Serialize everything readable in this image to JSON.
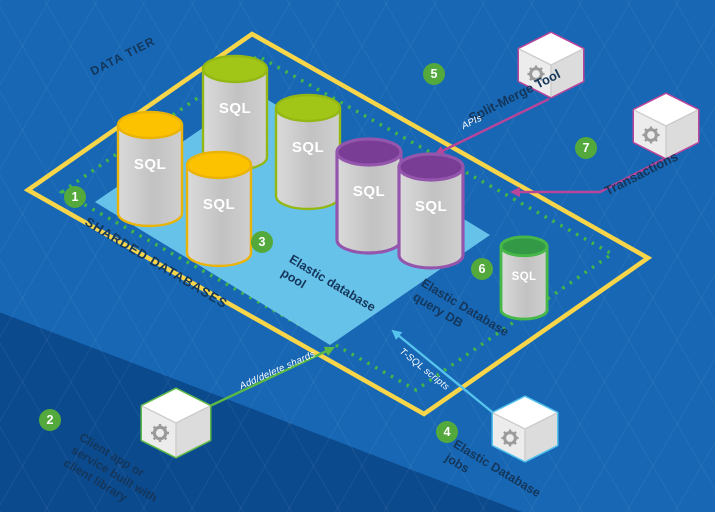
{
  "scene": {
    "labels": {
      "data_tier": "DATA TIER",
      "sharded_databases": "SHARDED DATABASES",
      "pool": [
        "Elastic database",
        "pool"
      ],
      "split_merge": "Split-Merge Tool",
      "transactions": "Transactions",
      "query_db": [
        "Elastic Database",
        "query DB"
      ],
      "jobs": [
        "Elastic Database",
        "jobs"
      ],
      "client": [
        "Client app or",
        "service built with",
        "client library"
      ],
      "apis": "APIs",
      "t_sql_scripts": "T-SQL scripts",
      "add_delete_shards": "Add/delete shards",
      "sql": "SQL"
    },
    "badges": [
      "1",
      "2",
      "3",
      "4",
      "5",
      "6",
      "7"
    ],
    "colors": {
      "background": "#1767b4",
      "background_dark": "#0c4a8e",
      "data_tier_border": "#f9d649",
      "dotted_border": "#41b649",
      "pool_fill": "#6cc7ed",
      "yellow_db": "#fcc200",
      "green_db": "#a2c617",
      "purple_db": "#7a3d96",
      "query_db_green": "#339946",
      "badge_green": "#53a93b",
      "magenta_line": "#b9459b",
      "cyan_line": "#56c2ee",
      "green_line": "#5cb946",
      "label_navy": "#14365a"
    }
  }
}
